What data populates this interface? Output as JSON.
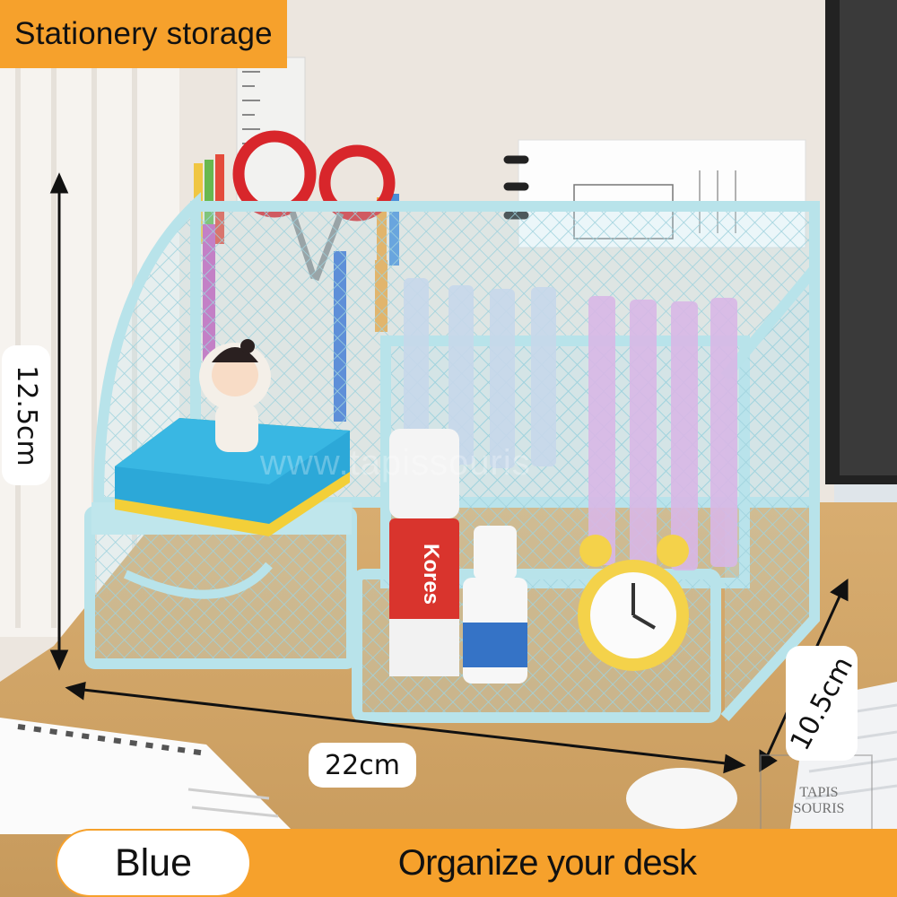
{
  "title_banner": "Stationery storage",
  "dimensions": {
    "height": "12.5cm",
    "width": "22cm",
    "depth": "10.5cm"
  },
  "color_option": "Blue",
  "tagline": "Organize your desk",
  "watermark": {
    "line1": "TAPIS",
    "line2": "SOURIS",
    "center_text": "www.tapissouris"
  },
  "product_labels": {
    "glue_stick_brand": "Kores"
  },
  "colors": {
    "banner": "#f6a12c",
    "organizer_frame": "#b8e3ea",
    "desk": "#d3a76a",
    "wall": "#ece6df"
  },
  "icons": {
    "height_arrow": "vertical-double-arrow",
    "width_arrow": "horizontal-double-arrow",
    "depth_arrow": "diagonal-double-arrow"
  }
}
